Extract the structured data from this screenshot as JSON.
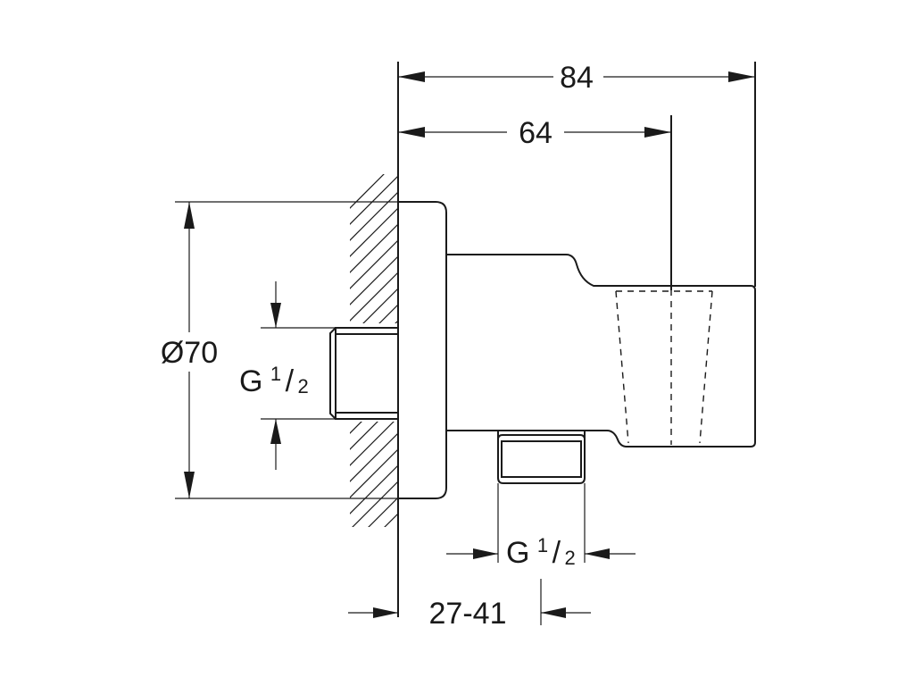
{
  "dimensions": {
    "overall_length": "84",
    "body_length": "64",
    "flange_diameter": "Ø70",
    "wall_thread": {
      "letter": "G",
      "numerator": "1",
      "slash": "/",
      "denominator": "2"
    },
    "outlet_thread": {
      "letter": "G",
      "numerator": "1",
      "slash": "/",
      "denominator": "2"
    },
    "wall_offset": "27-41"
  }
}
